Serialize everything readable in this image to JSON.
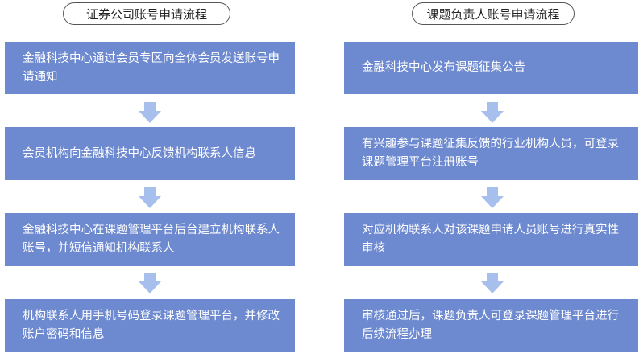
{
  "left": {
    "title": "证券公司账号申请流程",
    "steps": [
      "金融科技中心通过会员专区向全体会员发送账号申请通知",
      "会员机构向金融科技中心反馈机构联系人信息",
      "金融科技中心在课题管理平台后台建立机构联系人账号，并短信通知机构联系人",
      "机构联系人用手机号码登录课题管理平台，并修改账户密码和信息"
    ]
  },
  "right": {
    "title": "课题负责人账号申请流程",
    "steps": [
      "金融科技中心发布课题征集公告",
      "有兴趣参与课题征集反馈的行业机构人员，可登录课题管理平台注册账号",
      "对应机构联系人对该课题申请人员账号进行真实性审核",
      "审核通过后，课题负责人可登录课题管理平台进行后续流程办理"
    ]
  },
  "colors": {
    "box": "#6d89cf",
    "arrow": "#a7bfec",
    "title_border": "#555555"
  }
}
